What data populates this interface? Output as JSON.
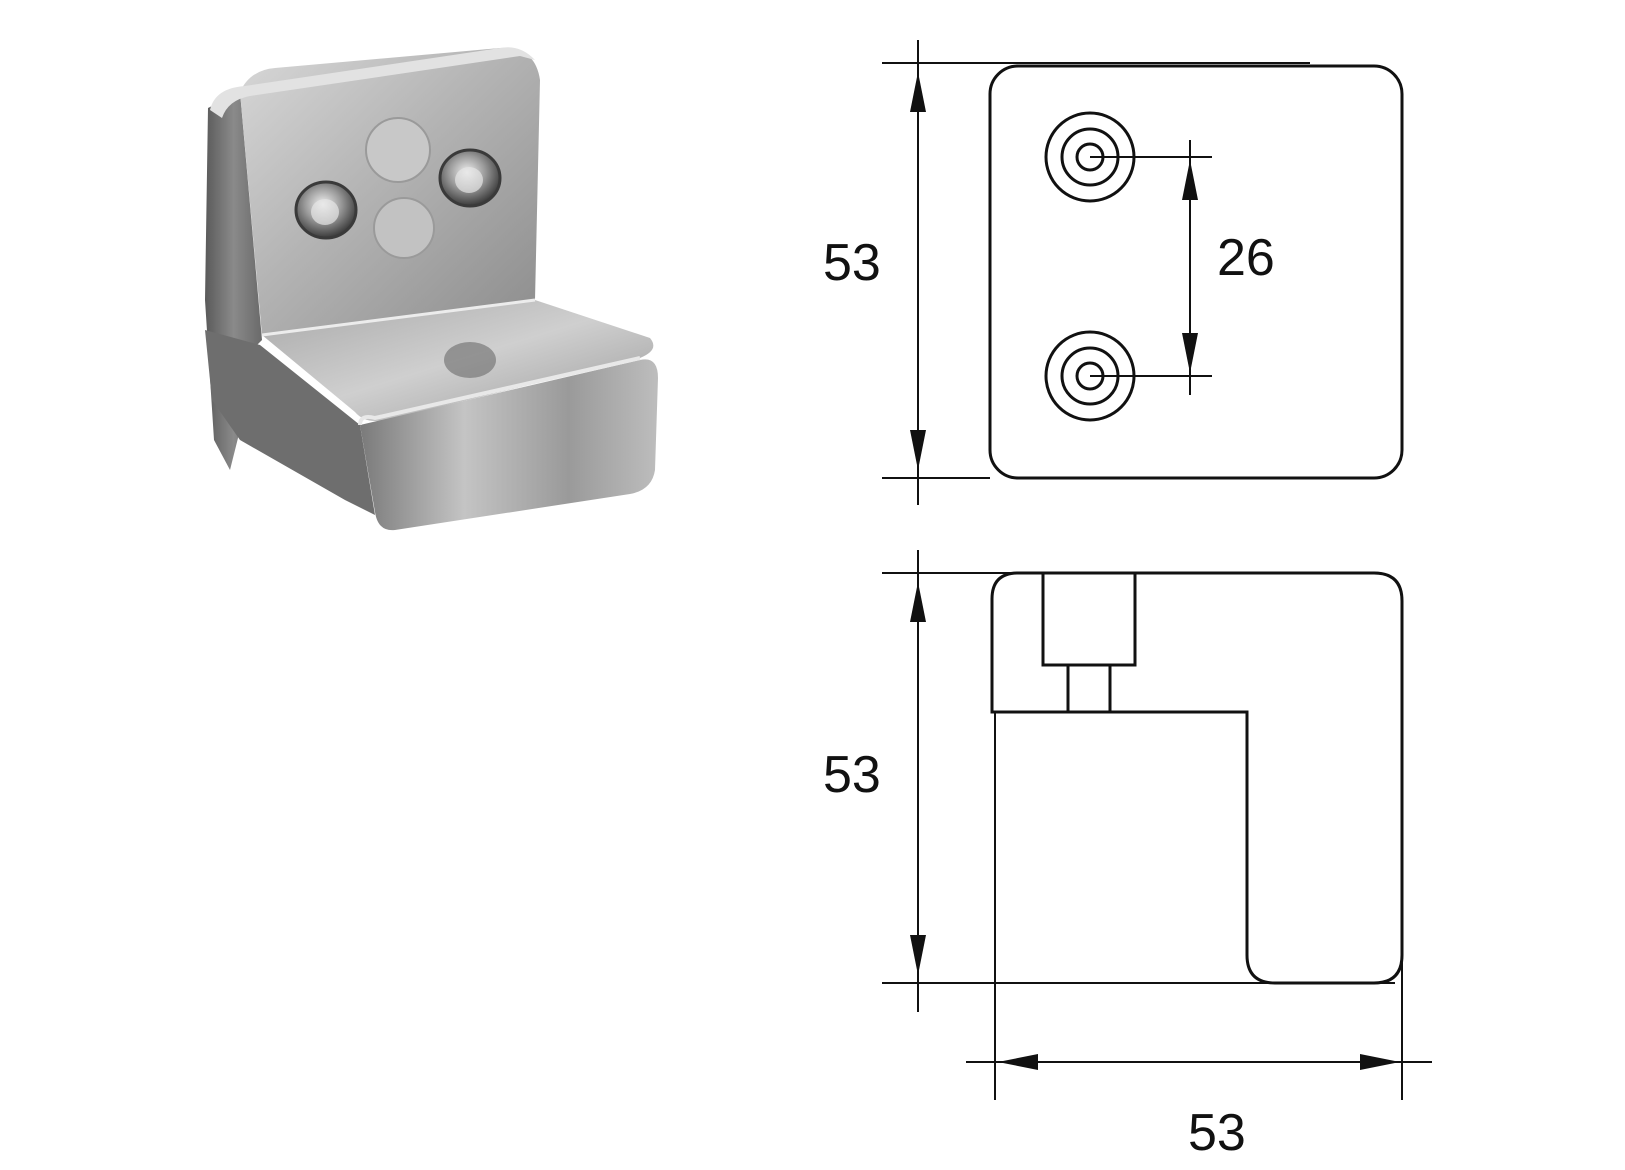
{
  "product_photo": {
    "icon": "angle-bracket-part-photo"
  },
  "top_view": {
    "height_dimension": "53",
    "hole_spacing_dimension": "26"
  },
  "side_view": {
    "height_dimension": "53",
    "width_dimension": "53"
  },
  "colors": {
    "line": "#111111",
    "background": "#ffffff",
    "metal_light": "#d0d0d0",
    "metal_mid": "#9a9a9a",
    "metal_dark": "#5a5a5a"
  }
}
